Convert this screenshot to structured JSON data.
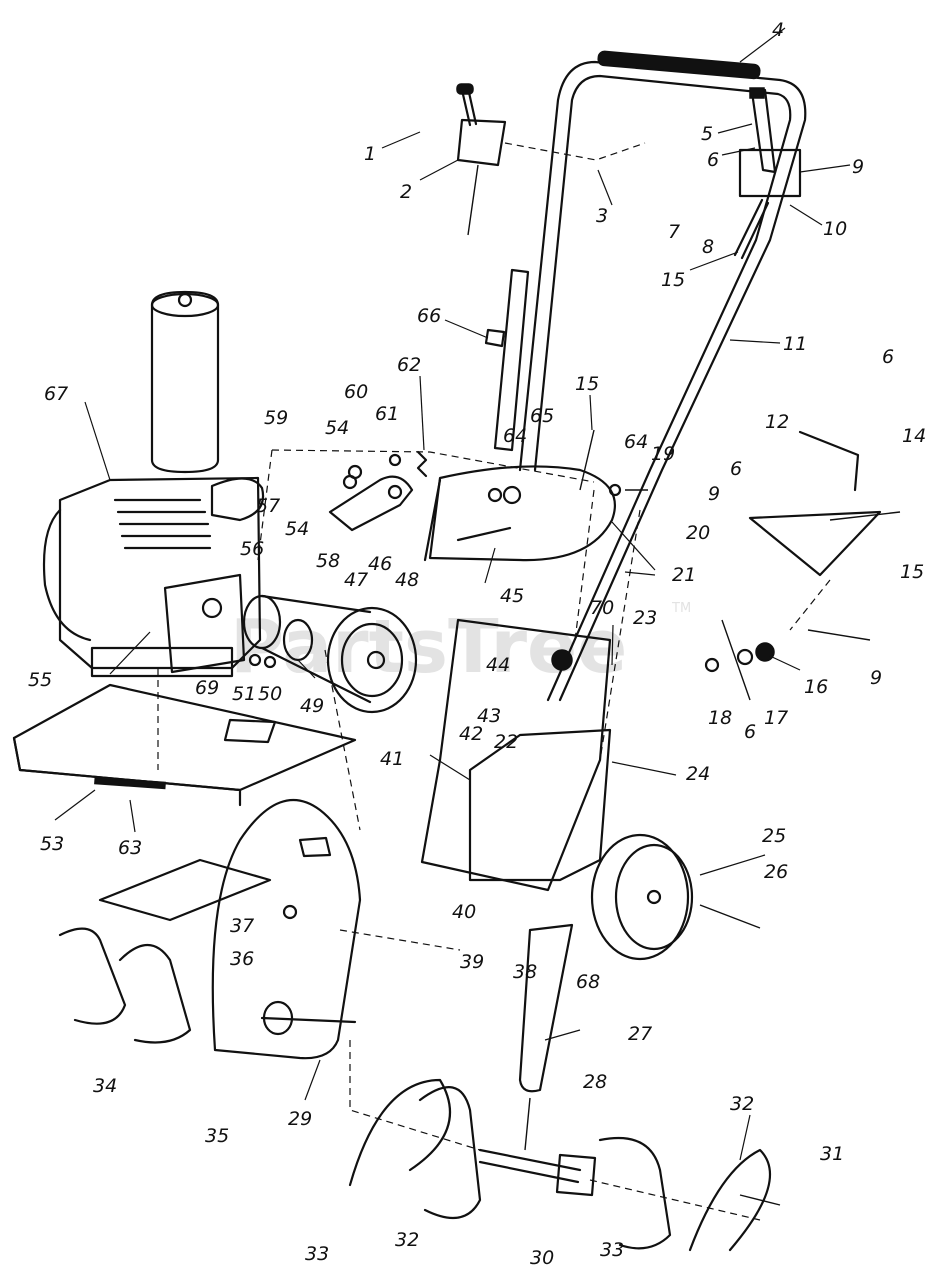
{
  "watermark": {
    "text": "PartsTree",
    "tm": "TM"
  },
  "callouts": [
    {
      "id": "c1",
      "label": "1"
    },
    {
      "id": "c2",
      "label": "2"
    },
    {
      "id": "c3",
      "label": "3"
    },
    {
      "id": "c4",
      "label": "4"
    },
    {
      "id": "c5",
      "label": "5"
    },
    {
      "id": "c6a",
      "label": "6"
    },
    {
      "id": "c7",
      "label": "7"
    },
    {
      "id": "c8",
      "label": "8"
    },
    {
      "id": "c9a",
      "label": "9"
    },
    {
      "id": "c10",
      "label": "10"
    },
    {
      "id": "c11",
      "label": "11"
    },
    {
      "id": "c15a",
      "label": "15"
    },
    {
      "id": "c66",
      "label": "66"
    },
    {
      "id": "c62",
      "label": "62"
    },
    {
      "id": "c15b",
      "label": "15"
    },
    {
      "id": "c6b",
      "label": "6"
    },
    {
      "id": "c12",
      "label": "12"
    },
    {
      "id": "c14",
      "label": "14"
    },
    {
      "id": "c67",
      "label": "67"
    },
    {
      "id": "c60",
      "label": "60"
    },
    {
      "id": "c61",
      "label": "61"
    },
    {
      "id": "c59",
      "label": "59"
    },
    {
      "id": "c54a",
      "label": "54"
    },
    {
      "id": "c64a",
      "label": "64"
    },
    {
      "id": "c65",
      "label": "65"
    },
    {
      "id": "c64b",
      "label": "64"
    },
    {
      "id": "c19",
      "label": "19"
    },
    {
      "id": "c6c",
      "label": "6"
    },
    {
      "id": "c9b",
      "label": "9"
    },
    {
      "id": "c57",
      "label": "57"
    },
    {
      "id": "c54b",
      "label": "54"
    },
    {
      "id": "c56",
      "label": "56"
    },
    {
      "id": "c58",
      "label": "58"
    },
    {
      "id": "c46",
      "label": "46"
    },
    {
      "id": "c47",
      "label": "47"
    },
    {
      "id": "c48",
      "label": "48"
    },
    {
      "id": "c20",
      "label": "20"
    },
    {
      "id": "c15c",
      "label": "15"
    },
    {
      "id": "c21",
      "label": "21"
    },
    {
      "id": "c45",
      "label": "45"
    },
    {
      "id": "c70",
      "label": "70"
    },
    {
      "id": "c23",
      "label": "23"
    },
    {
      "id": "c55",
      "label": "55"
    },
    {
      "id": "c69",
      "label": "69"
    },
    {
      "id": "c51",
      "label": "51"
    },
    {
      "id": "c50",
      "label": "50"
    },
    {
      "id": "c49",
      "label": "49"
    },
    {
      "id": "c44",
      "label": "44"
    },
    {
      "id": "c16",
      "label": "16"
    },
    {
      "id": "c9c",
      "label": "9"
    },
    {
      "id": "c18",
      "label": "18"
    },
    {
      "id": "c6d",
      "label": "6"
    },
    {
      "id": "c17",
      "label": "17"
    },
    {
      "id": "c43",
      "label": "43"
    },
    {
      "id": "c42",
      "label": "42"
    },
    {
      "id": "c22",
      "label": "22"
    },
    {
      "id": "c41",
      "label": "41"
    },
    {
      "id": "c24",
      "label": "24"
    },
    {
      "id": "c53",
      "label": "53"
    },
    {
      "id": "c63",
      "label": "63"
    },
    {
      "id": "c25",
      "label": "25"
    },
    {
      "id": "c26",
      "label": "26"
    },
    {
      "id": "c37",
      "label": "37"
    },
    {
      "id": "c36",
      "label": "36"
    },
    {
      "id": "c40",
      "label": "40"
    },
    {
      "id": "c39",
      "label": "39"
    },
    {
      "id": "c38",
      "label": "38"
    },
    {
      "id": "c68",
      "label": "68"
    },
    {
      "id": "c27",
      "label": "27"
    },
    {
      "id": "c34",
      "label": "34"
    },
    {
      "id": "c35",
      "label": "35"
    },
    {
      "id": "c29",
      "label": "29"
    },
    {
      "id": "c28",
      "label": "28"
    },
    {
      "id": "c32a",
      "label": "32"
    },
    {
      "id": "c31",
      "label": "31"
    },
    {
      "id": "c33a",
      "label": "33"
    },
    {
      "id": "c32b",
      "label": "32"
    },
    {
      "id": "c30",
      "label": "30"
    },
    {
      "id": "c33b",
      "label": "33"
    }
  ]
}
